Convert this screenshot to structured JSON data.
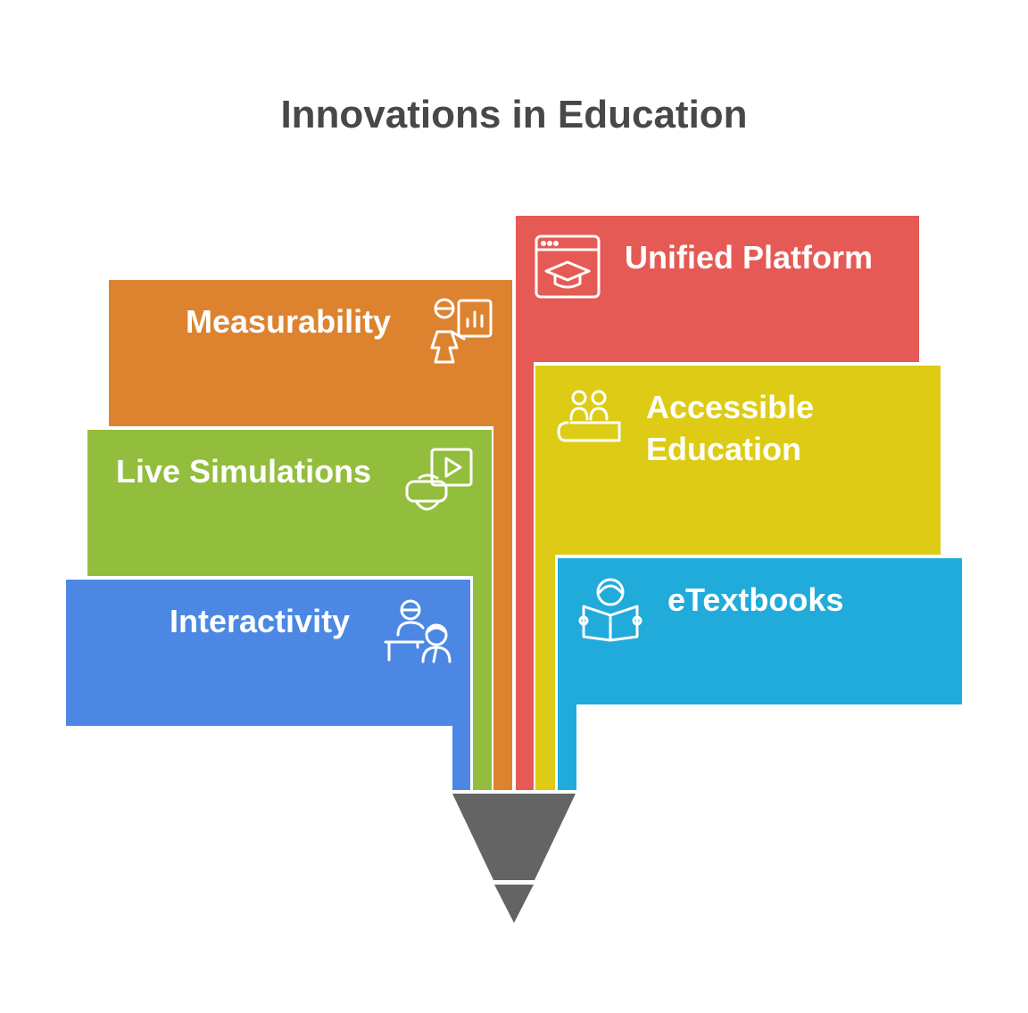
{
  "title": "Innovations in Education",
  "colors": {
    "red": "#E55A55",
    "orange": "#DD8330",
    "yellow": "#DDCB15",
    "green": "#93BD3D",
    "cyan": "#20ABDB",
    "blue": "#4C88E3",
    "tip": "#646464",
    "background": "#FFFFFF"
  },
  "items": [
    {
      "label": "Unified Platform",
      "color": "red",
      "icon": "browser-graduation-cap-icon"
    },
    {
      "label": "Measurability",
      "color": "orange",
      "icon": "presenter-chart-icon"
    },
    {
      "label": "Accessible Education",
      "line1": "Accessible",
      "line2": "Education",
      "color": "yellow",
      "icon": "people-at-desk-icon"
    },
    {
      "label": "Live Simulations",
      "color": "green",
      "icon": "vr-headset-video-icon"
    },
    {
      "label": "eTextbooks",
      "color": "cyan",
      "icon": "person-reading-book-icon"
    },
    {
      "label": "Interactivity",
      "color": "blue",
      "icon": "tutor-and-student-icon"
    }
  ]
}
